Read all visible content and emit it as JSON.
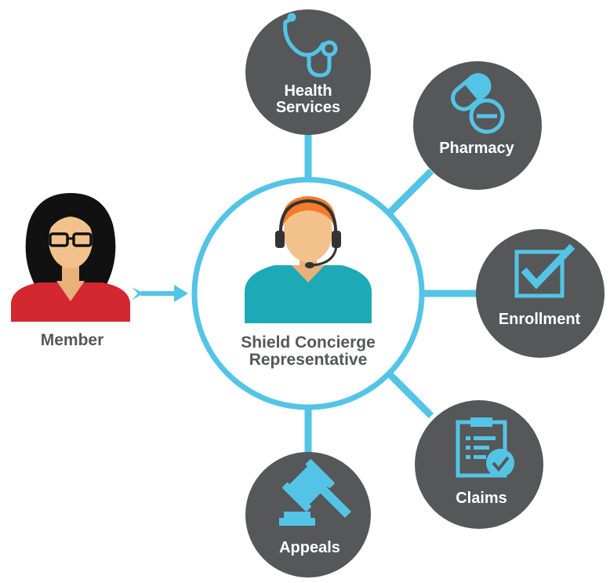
{
  "colors": {
    "accent": "#54c4e6",
    "node": "#555759",
    "member_shirt": "#d3282f",
    "rep_shirt": "#1ea9b6",
    "rep_hair": "#f47b2a",
    "skin": "#f3c28c",
    "white": "#ffffff"
  },
  "member": {
    "label": "Member",
    "icon": "woman-with-glasses-icon"
  },
  "center": {
    "line1": "Shield Concierge",
    "line2": "Representative",
    "icon": "representative-headset-icon"
  },
  "services": {
    "health": {
      "line1": "Health",
      "line2": "Services",
      "icon": "stethoscope-icon"
    },
    "pharmacy": {
      "label": "Pharmacy",
      "icon": "pill-capsule-icon"
    },
    "enrollment": {
      "label": "Enrollment",
      "icon": "checkbox-check-icon"
    },
    "claims": {
      "label": "Claims",
      "icon": "clipboard-check-icon"
    },
    "appeals": {
      "label": "Appeals",
      "icon": "gavel-icon"
    }
  }
}
